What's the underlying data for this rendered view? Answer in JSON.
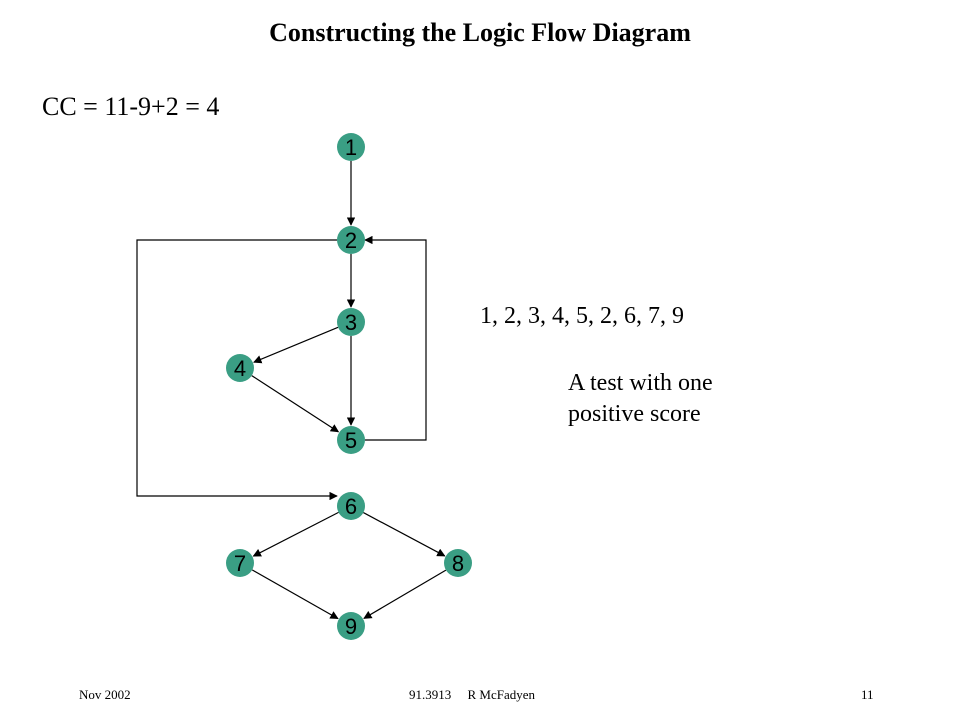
{
  "title": "Constructing the Logic Flow Diagram",
  "cc_formula": "CC = 11-9+2 = 4",
  "path_text": "1, 2, 3, 4, 5, 2, 6, 7, 9",
  "note_lines": [
    "A test with one",
    "positive score"
  ],
  "footer": {
    "left": "Nov 2002",
    "middle": "91.3913     R McFadyen",
    "right": "11"
  },
  "colors": {
    "node_fill": "#3a9e84",
    "edge": "#000000"
  },
  "nodes": [
    {
      "id": "1",
      "label": "1"
    },
    {
      "id": "2",
      "label": "2"
    },
    {
      "id": "3",
      "label": "3"
    },
    {
      "id": "4",
      "label": "4"
    },
    {
      "id": "5",
      "label": "5"
    },
    {
      "id": "6",
      "label": "6"
    },
    {
      "id": "7",
      "label": "7"
    },
    {
      "id": "8",
      "label": "8"
    },
    {
      "id": "9",
      "label": "9"
    }
  ],
  "edges": [
    {
      "from": "1",
      "to": "2"
    },
    {
      "from": "2",
      "to": "3"
    },
    {
      "from": "3",
      "to": "4"
    },
    {
      "from": "3",
      "to": "5"
    },
    {
      "from": "4",
      "to": "5"
    },
    {
      "from": "5",
      "to": "2"
    },
    {
      "from": "2",
      "to": "6"
    },
    {
      "from": "6",
      "to": "7"
    },
    {
      "from": "6",
      "to": "8"
    },
    {
      "from": "7",
      "to": "9"
    },
    {
      "from": "8",
      "to": "9"
    }
  ]
}
